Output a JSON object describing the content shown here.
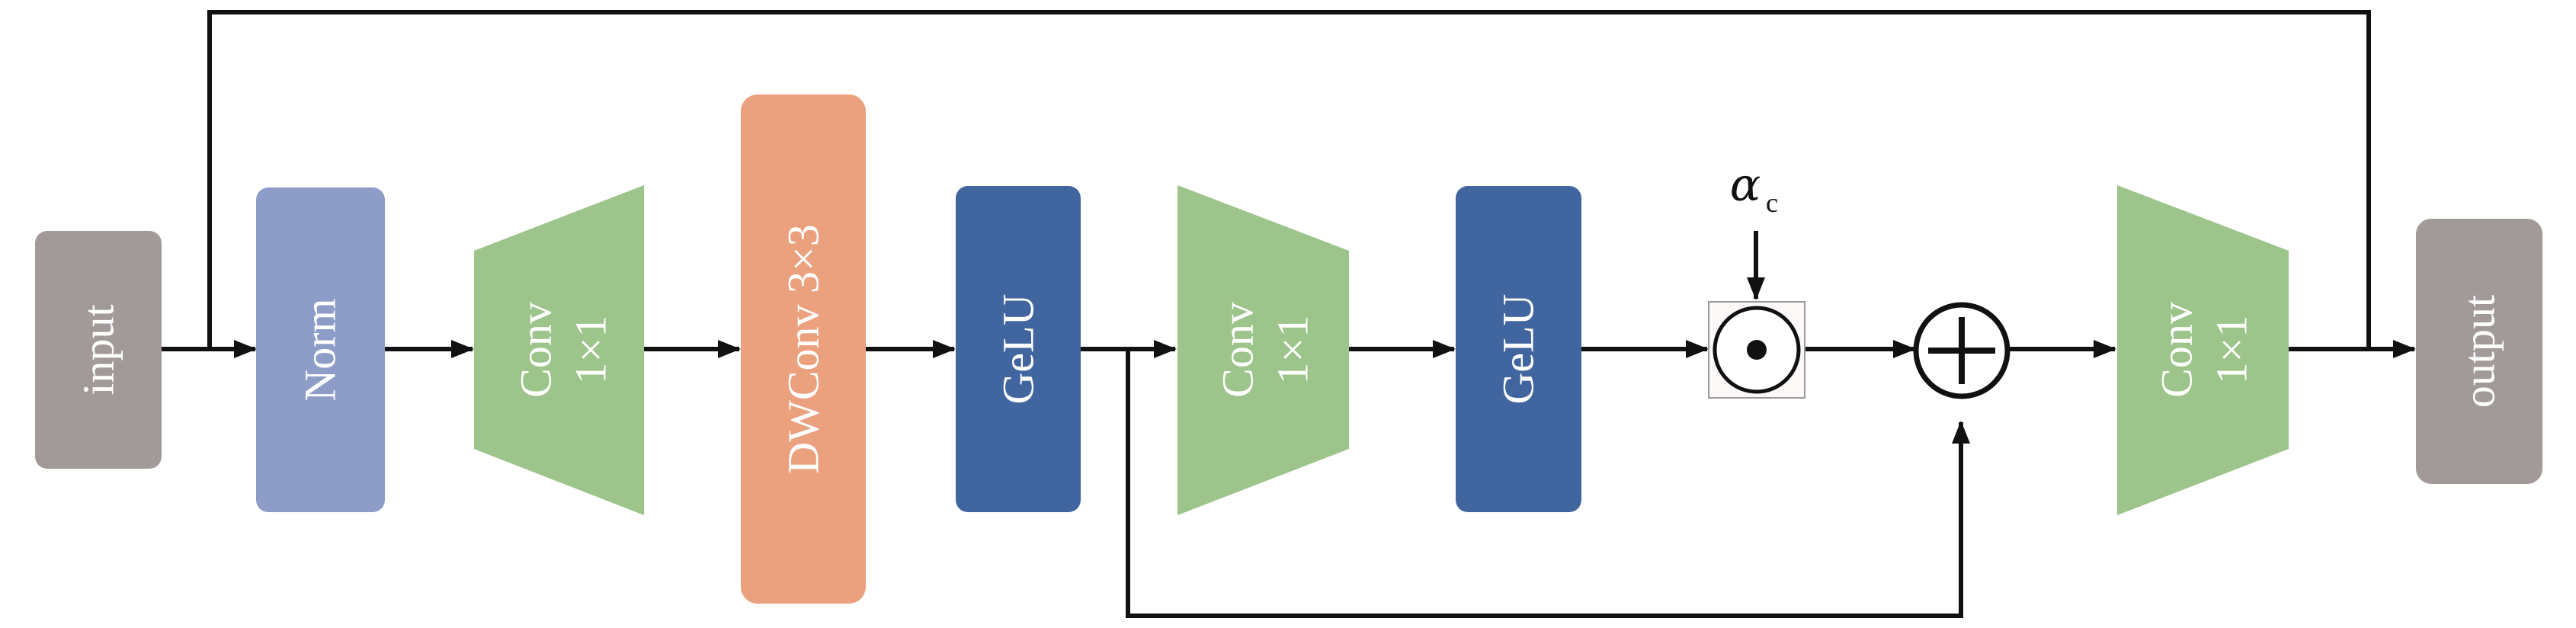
{
  "blocks": {
    "input": "input",
    "norm": "Norm",
    "conv1": [
      "Conv",
      "1×1"
    ],
    "dwconv": "DWConv 3×3",
    "gelu1": "GeLU",
    "conv2": [
      "Conv",
      "1×1"
    ],
    "gelu2": "GeLU",
    "conv3": [
      "Conv",
      "1×1"
    ],
    "output": "output"
  },
  "operators": {
    "multiply_symbol": "⊙",
    "add_symbol": "+"
  },
  "scale": {
    "symbol": "α",
    "subscript": "c"
  },
  "colors": {
    "input": "#a19a98",
    "norm": "#8e9dc8",
    "conv": "#9dc48a",
    "dwconv": "#eba17e",
    "gelu": "#41659f",
    "output": "#a19a98",
    "line": "#111111"
  }
}
